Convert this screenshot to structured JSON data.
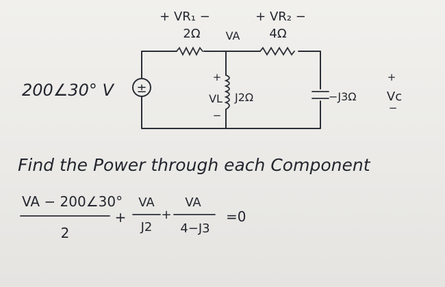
{
  "circuit": {
    "source": {
      "label": "200∠30° V",
      "polarity": "±"
    },
    "r1": {
      "voltage": "+ VR₁ −",
      "value": "2Ω"
    },
    "node": {
      "label": "VA"
    },
    "r2": {
      "voltage": "+ VR₂ −",
      "value": "4Ω"
    },
    "inductor": {
      "voltage": "VL",
      "plus": "+",
      "minus": "−",
      "value": "J2Ω"
    },
    "capacitor": {
      "value": "−J3Ω",
      "voltage": "Vc",
      "plus": "+",
      "minus": "−"
    }
  },
  "question": "Find the Power through each Component",
  "equation": {
    "term1_num": "VA − 200∠30°",
    "term1_den": "2",
    "op1": "+",
    "term2_num": "VA",
    "term2_den": "J2",
    "op2": "+",
    "term3_num": "VA",
    "term3_den": "4−J3",
    "rhs": "=0"
  }
}
